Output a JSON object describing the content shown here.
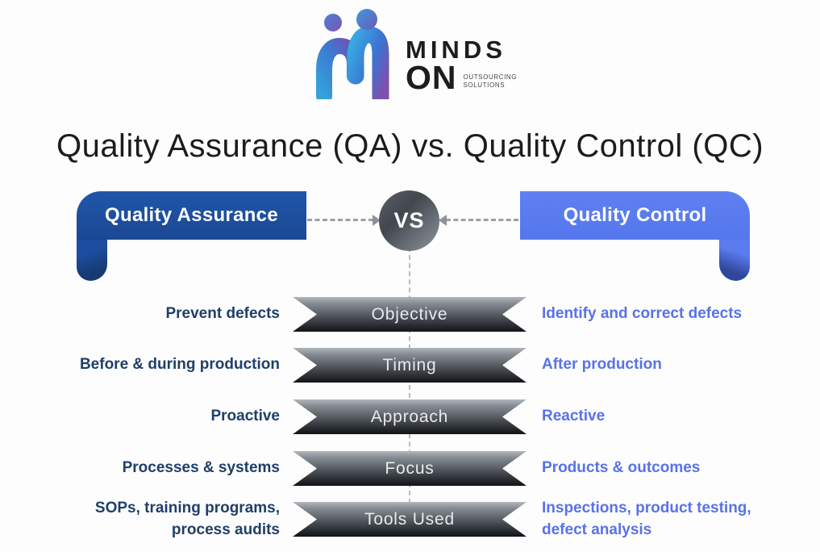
{
  "logo": {
    "brand_top": "MINDS",
    "brand_bottom": "ON",
    "tagline_top": "OUTSOURCING",
    "tagline_bottom": "SOLUTIONS"
  },
  "title": "Quality Assurance (QA) vs. Quality Control (QC)",
  "comparison": {
    "left_header": "Quality Assurance",
    "right_header": "Quality Control",
    "vs_label": "VS",
    "rows": [
      {
        "category": "Objective",
        "qa": "Prevent defects",
        "qc": "Identify and correct defects"
      },
      {
        "category": "Timing",
        "qa": "Before & during production",
        "qc": "After production"
      },
      {
        "category": "Approach",
        "qa": "Proactive",
        "qc": "Reactive"
      },
      {
        "category": "Focus",
        "qa": "Processes & systems",
        "qc": "Products & outcomes"
      },
      {
        "category": "Tools Used",
        "qa": "SOPs, training programs, process audits",
        "qc": "Inspections, product testing, defect analysis"
      }
    ]
  },
  "colors": {
    "qa_banner": "#1d4d9f",
    "qa_banner_fold": "#173a73",
    "qa_text": "#1f3f6a",
    "qc_banner": "#5b7bee",
    "qc_banner_fold": "#2e489c",
    "qc_text": "#5872e8",
    "category_banner_top": "#b2b7bd",
    "category_banner_bottom": "#131518",
    "vs_circle_dark": "#42474e",
    "vs_circle_light": "#8e959d",
    "logo_blue": "#389fdc",
    "logo_purple": "#7d55b4"
  }
}
